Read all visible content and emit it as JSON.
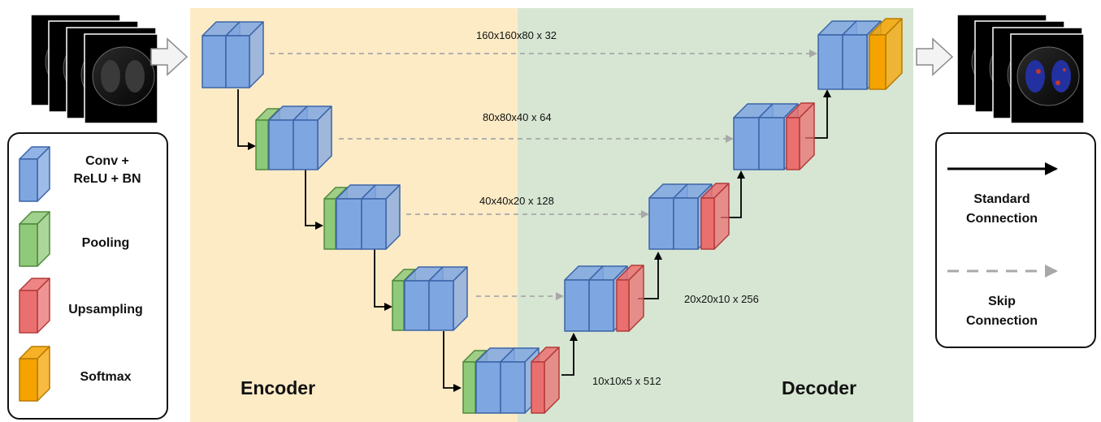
{
  "regions": {
    "encoder_label": "Encoder",
    "decoder_label": "Decoder"
  },
  "dimensions": {
    "level1": "160x160x80 x 32",
    "level2": "80x80x40 x 64",
    "level3": "40x40x20 x 128",
    "level4": "20x20x10 x 256",
    "level5": "10x10x5 x 512"
  },
  "legend_blocks": {
    "conv_line1": "Conv +",
    "conv_line2": "ReLU + BN",
    "pooling": "Pooling",
    "upsampling": "Upsampling",
    "softmax": "Softmax"
  },
  "legend_connections": {
    "standard_line1": "Standard",
    "standard_line2": "Connection",
    "skip_line1": "Skip",
    "skip_line2": "Connection"
  },
  "colors": {
    "encoder_bg": "#fdebc6",
    "decoder_bg": "#d6e6d3",
    "conv_fill": "#7ea6e0",
    "conv_stroke": "#3c64a8",
    "pool_fill": "#8fc97a",
    "pool_stroke": "#4f8a3b",
    "up_fill": "#ea7070",
    "up_stroke": "#b33a3a",
    "softmax_fill": "#f5a300",
    "softmax_stroke": "#b97a00",
    "skip_arrow": "#a8a8a8",
    "std_arrow": "#000000"
  }
}
